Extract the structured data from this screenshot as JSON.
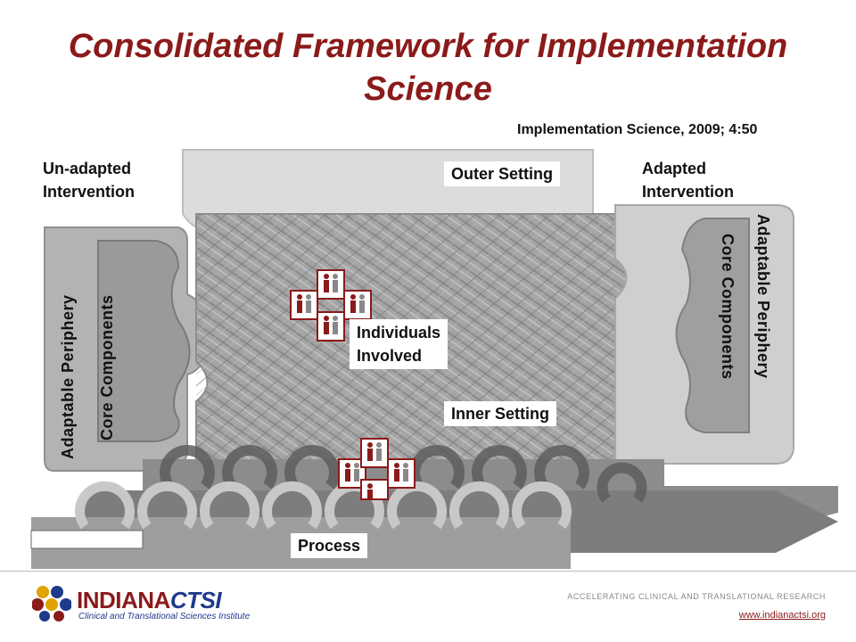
{
  "title": "Consolidated Framework for Implementation Science",
  "citation": "Implementation Science, 2009; 4:50",
  "labels": {
    "unadapted_line1": "Un-adapted",
    "unadapted_line2": "Intervention",
    "adapted_line1": "Adapted",
    "adapted_line2": "Intervention",
    "outer_setting": "Outer Setting",
    "inner_setting": "Inner Setting",
    "individuals_line1": "Individuals",
    "individuals_line2": "Involved",
    "process": "Process",
    "left_periphery": "Adaptable Periphery",
    "left_core": "Core Components",
    "right_periphery": "Adaptable Periphery",
    "right_core": "Core Components"
  },
  "footer": {
    "logo_main": "INDIANA",
    "logo_accent": "CTSI",
    "logo_sub": "Clinical and Translational Sciences Institute",
    "tagline": "ACCELERATING CLINICAL AND TRANSLATIONAL RESEARCH",
    "url": "www.indianactsi.org"
  },
  "colors": {
    "title": "#8b1a1a",
    "diagram_gray": "#9a9a9a",
    "light_gray": "#d9d9d9",
    "people_red": "#8b1a1a",
    "logo_blue": "#1e3a8a"
  }
}
